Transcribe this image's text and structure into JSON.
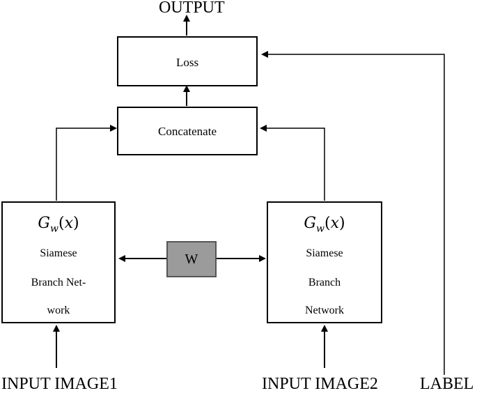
{
  "output_label": "OUTPUT",
  "loss_box": {
    "label": "Loss"
  },
  "concat_box": {
    "label": "Concatenate"
  },
  "branch_left": {
    "function_label": "Gw(x)",
    "lines": [
      "Siamese",
      "Branch Net-",
      "work"
    ]
  },
  "branch_right": {
    "function_label": "Gw(x)",
    "lines": [
      "Siamese",
      "Branch",
      "Network"
    ]
  },
  "shared_weight": {
    "label": "W"
  },
  "input_left": "INPUT IMAGE1",
  "input_right": "INPUT IMAGE2",
  "label_input": "LABEL"
}
